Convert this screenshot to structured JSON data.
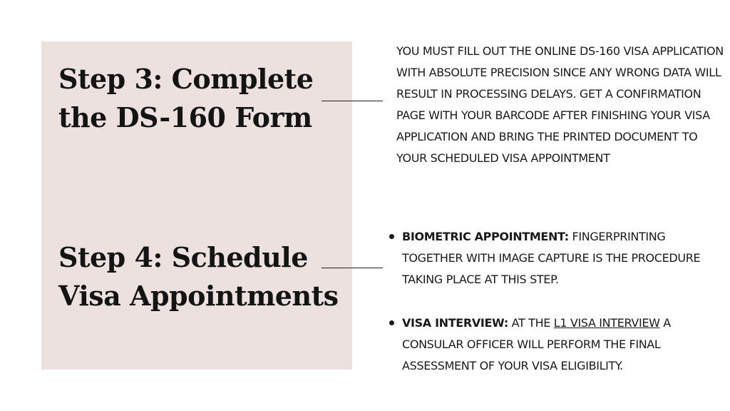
{
  "step3": {
    "title_line1": "Step 3: Complete",
    "title_line2": "the DS-160 Form",
    "description": "YOU MUST FILL OUT THE ONLINE DS-160 VISA APPLICATION WITH ABSOLUTE PRECISION SINCE ANY WRONG DATA WILL RESULT IN PROCESSING DELAYS. GET A CONFIRMATION PAGE WITH YOUR BARCODE AFTER FINISHING YOUR VISA APPLICATION AND BRING THE PRINTED DOCUMENT TO YOUR SCHEDULED VISA APPOINTMENT"
  },
  "step4": {
    "title_line1": "Step 4: Schedule",
    "title_line2": "Visa Appointments",
    "bullets": [
      {
        "term": "BIOMETRIC APPOINTMENT:",
        "text": " FINGERPRINTING TOGETHER WITH IMAGE CAPTURE IS THE PROCEDURE TAKING PLACE AT THIS STEP."
      },
      {
        "term": "VISA INTERVIEW:",
        "text_before": " AT THE ",
        "link_text": "L1 VISA INTERVIEW",
        "text_after": " A CONSULAR OFFICER WILL PERFORM THE FINAL ASSESSMENT OF YOUR VISA ELIGIBILITY."
      }
    ]
  },
  "colors": {
    "panel_background": "#ede1df",
    "text": "#1a1a1a",
    "page_background": "#ffffff"
  }
}
